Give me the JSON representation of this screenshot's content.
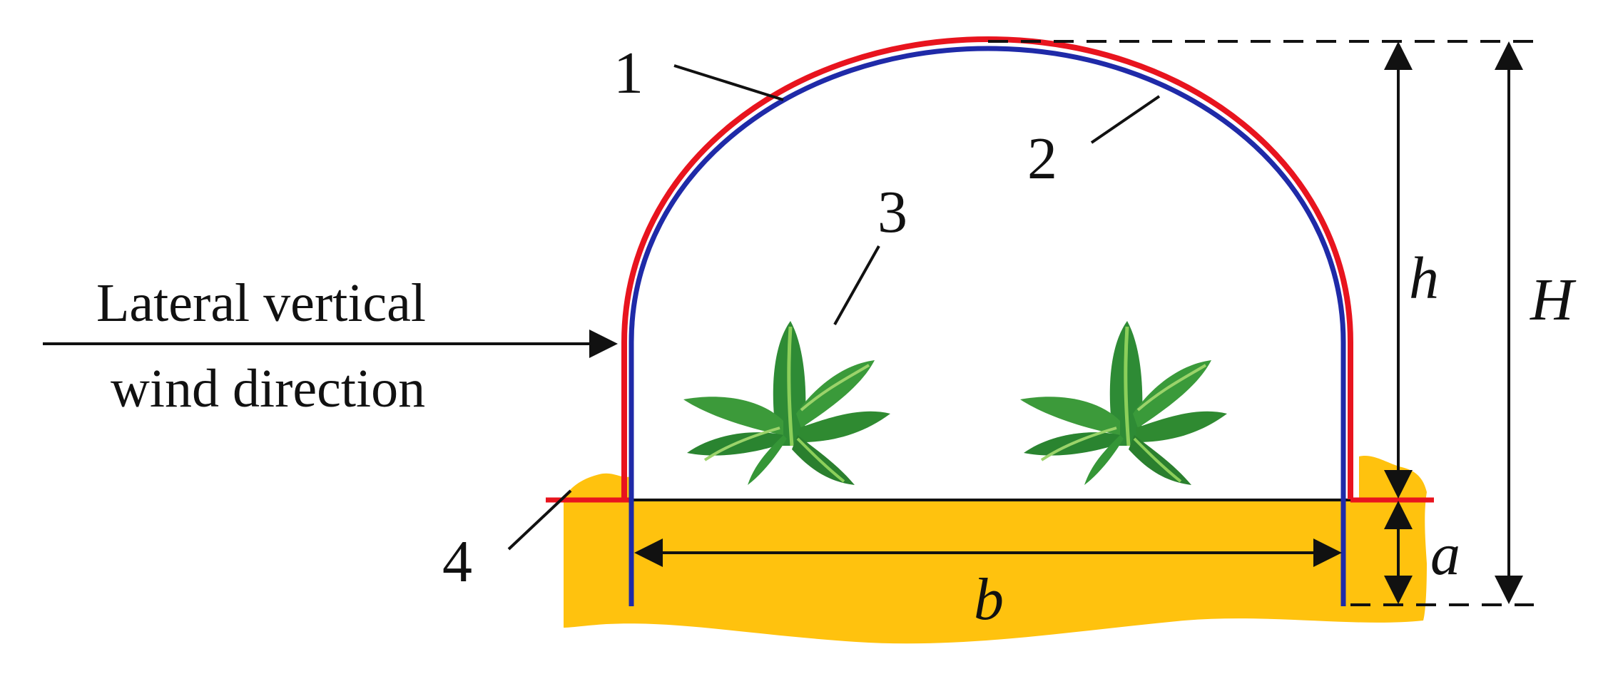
{
  "diagram": {
    "wind_label_line1": "Lateral vertical",
    "wind_label_line2": "wind direction",
    "callouts": {
      "one": "1",
      "two": "2",
      "three": "3",
      "four": "4"
    },
    "dimensions": {
      "h": "h",
      "H": "H",
      "a": "a",
      "b": "b"
    },
    "colors": {
      "outer_arch": "#e8141e",
      "inner_arch": "#1f2aa8",
      "soil": "#ffc20e",
      "plant_dark": "#1e7d2a",
      "plant_light": "#4fae3a"
    },
    "icons": [
      "plant-icon",
      "plant-icon"
    ]
  }
}
